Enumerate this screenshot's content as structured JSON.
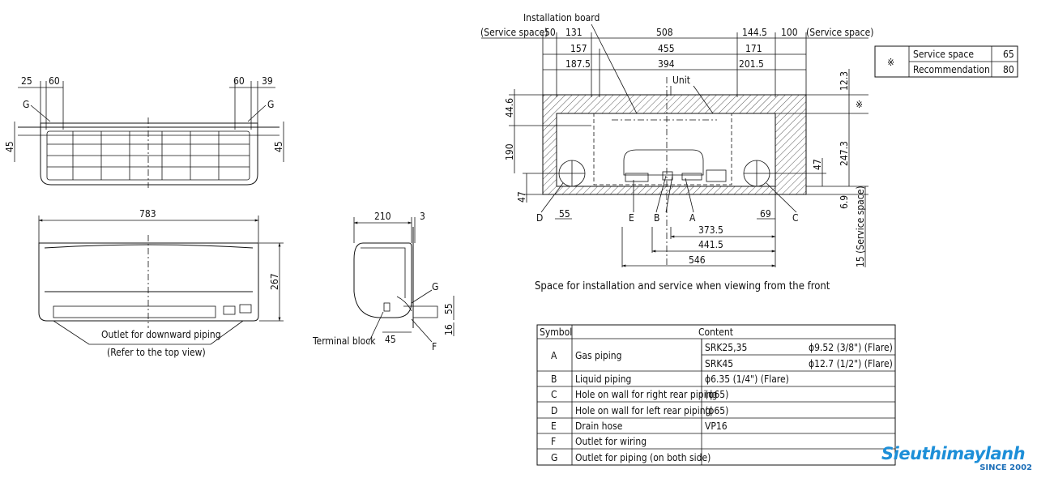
{
  "top_view": {
    "dims": [
      "25",
      "60",
      "60",
      "39"
    ],
    "g_label": "G",
    "side_dim": "45"
  },
  "front_view": {
    "width": "783",
    "height": "267",
    "outlet_label": "Outlet for downward piping",
    "outlet_note": "(Refer to the top view)"
  },
  "side_view": {
    "depth": "210",
    "gap": "3",
    "g_label": "G",
    "f_label": "F",
    "dim_55": "55",
    "dim_16": "16",
    "dim_45": "45",
    "terminal": "Terminal block"
  },
  "install_view": {
    "installation_board": "Installation board",
    "service_left": "(Service space)",
    "service_right": "(Service space)",
    "service_bottom": "15 (Service space)",
    "unit_label": "Unit",
    "row1": [
      "50",
      "131",
      "508",
      "144.5",
      "100"
    ],
    "row2": [
      "157",
      "455",
      "171"
    ],
    "row3": [
      "187.5",
      "394",
      "201.5"
    ],
    "right_dims": [
      "12.3",
      "247.3",
      "6.9"
    ],
    "right_mark": "※",
    "left_dims": [
      "44.6",
      "190",
      "47"
    ],
    "inner_47": "47",
    "letters": [
      "D",
      "E",
      "B",
      "A",
      "C"
    ],
    "dim_55": "55",
    "dim_69": "69",
    "bottom_dims": [
      "373.5",
      "441.5",
      "546"
    ],
    "caption": "Space for installation and service when viewing from the front"
  },
  "service_table": {
    "mark": "※",
    "rows": [
      {
        "label": "Service space",
        "value": "65"
      },
      {
        "label": "Recommendation",
        "value": "80"
      }
    ]
  },
  "symbol_table": {
    "header_symbol": "Symbol",
    "header_content": "Content",
    "rows": [
      {
        "symbol": "A",
        "content": "Gas piping",
        "spec": "SRK25,35",
        "detail": "ϕ9.52 (3/8\") (Flare)"
      },
      {
        "symbol": "",
        "content": "",
        "spec": "SRK45",
        "detail": "ϕ12.7 (1/2\") (Flare)"
      },
      {
        "symbol": "B",
        "content": "Liquid piping",
        "spec": "ϕ6.35 (1/4\") (Flare)",
        "detail": ""
      },
      {
        "symbol": "C",
        "content": "Hole on wall for right rear piping",
        "spec": "(ϕ65)",
        "detail": ""
      },
      {
        "symbol": "D",
        "content": "Hole on wall for left rear piping",
        "spec": "(ϕ65)",
        "detail": ""
      },
      {
        "symbol": "E",
        "content": "Drain hose",
        "spec": "VP16",
        "detail": ""
      },
      {
        "symbol": "F",
        "content": "Outlet for wiring",
        "spec": "",
        "detail": ""
      },
      {
        "symbol": "G",
        "content": "Outlet for piping (on both side)",
        "spec": "",
        "detail": ""
      }
    ]
  },
  "logo": {
    "name": "Sieuthimaylanh",
    "tagline": "SINCE 2002",
    "brand_color": "#1d8fd8"
  }
}
